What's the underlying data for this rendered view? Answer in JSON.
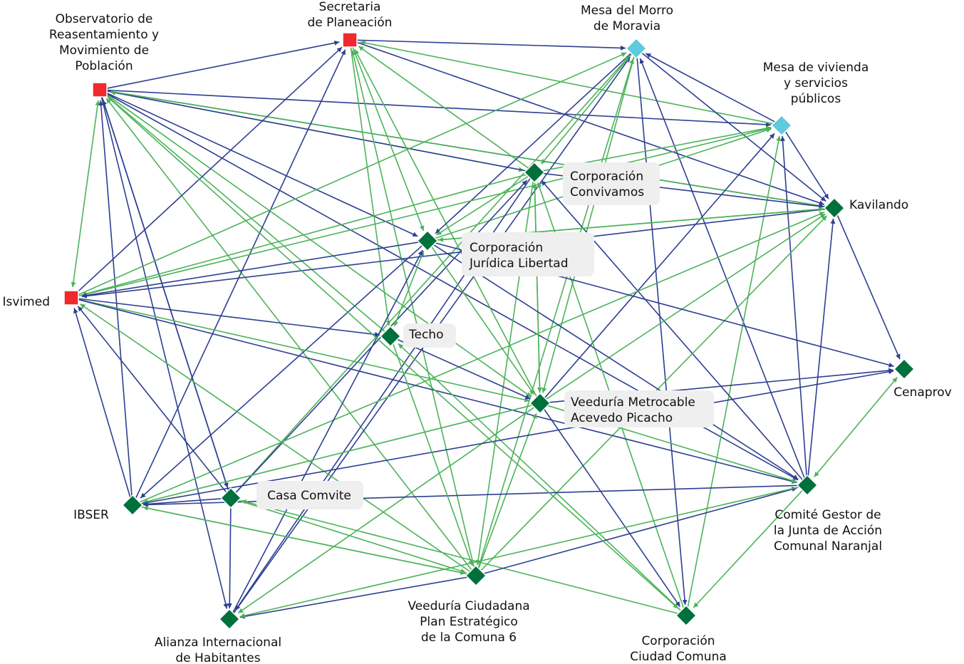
{
  "title": "Red de actores - Moravia",
  "colors": {
    "edge_blue": "#2e3f92",
    "edge_green": "#4cb35a",
    "node_red": "#ee2a2e",
    "node_cyan": "#5ecbdc",
    "node_green": "#00703c",
    "label_bg": "#efefef"
  },
  "nodes": [
    {
      "id": "obs",
      "shape": "square",
      "color": "red",
      "label": [
        "Observatorio de",
        "Reasentamiento y",
        "Movimiento de",
        "Población"
      ]
    },
    {
      "id": "sec",
      "shape": "square",
      "color": "red",
      "label": [
        "Secretaria",
        "de Planeación"
      ]
    },
    {
      "id": "morro",
      "shape": "diamond",
      "color": "cyan",
      "label": [
        "Mesa del Morro",
        "de Moravia"
      ]
    },
    {
      "id": "viv",
      "shape": "diamond",
      "color": "cyan",
      "label": [
        "Mesa de vivienda",
        "y servicios",
        "públicos"
      ]
    },
    {
      "id": "conv",
      "shape": "diamond",
      "color": "green",
      "label": [
        "Corporación",
        "Convivamos"
      ],
      "boxed": true
    },
    {
      "id": "kav",
      "shape": "diamond",
      "color": "green",
      "label": [
        "Kavilando"
      ]
    },
    {
      "id": "cjl",
      "shape": "diamond",
      "color": "green",
      "label": [
        "Corporación",
        "Jurídica Libertad"
      ],
      "boxed": true
    },
    {
      "id": "isv",
      "shape": "square",
      "color": "red",
      "label": [
        "Isvimed"
      ]
    },
    {
      "id": "techo",
      "shape": "diamond",
      "color": "green",
      "label": [
        "Techo"
      ],
      "boxed": true
    },
    {
      "id": "vmet",
      "shape": "diamond",
      "color": "green",
      "label": [
        "Veeduría Metrocable",
        "Acevedo Picacho"
      ],
      "boxed": true
    },
    {
      "id": "cen",
      "shape": "diamond",
      "color": "green",
      "label": [
        "Cenaprov"
      ]
    },
    {
      "id": "ibser",
      "shape": "diamond",
      "color": "green",
      "label": [
        "IBSER"
      ]
    },
    {
      "id": "casa",
      "shape": "diamond",
      "color": "green",
      "label": [
        "Casa Comvite"
      ],
      "boxed": true
    },
    {
      "id": "comite",
      "shape": "diamond",
      "color": "green",
      "label": [
        "Comité Gestor de",
        "la Junta de Acción",
        "Comunal Naranjal"
      ]
    },
    {
      "id": "vciu",
      "shape": "diamond",
      "color": "green",
      "label": [
        "Veeduría Ciudadana",
        "Plan Estratégico",
        "de la Comuna 6"
      ]
    },
    {
      "id": "alianza",
      "shape": "diamond",
      "color": "green",
      "label": [
        "Alianza Internacional",
        "de Habitantes"
      ]
    },
    {
      "id": "ccom",
      "shape": "diamond",
      "color": "green",
      "label": [
        "Corporación",
        "Ciudad Comuna"
      ]
    }
  ],
  "edges": [
    {
      "from": "obs",
      "to": "sec",
      "type": "blue"
    },
    {
      "from": "obs",
      "to": "viv",
      "type": "blue"
    },
    {
      "from": "obs",
      "to": "conv",
      "type": "green"
    },
    {
      "from": "obs",
      "to": "kav",
      "type": "blue"
    },
    {
      "from": "obs",
      "to": "isv",
      "type": "green",
      "both": true
    },
    {
      "from": "obs",
      "to": "vmet",
      "type": "green"
    },
    {
      "from": "obs",
      "to": "comite",
      "type": "blue"
    },
    {
      "from": "obs",
      "to": "cjl",
      "type": "blue"
    },
    {
      "from": "obs",
      "to": "alianza",
      "type": "blue"
    },
    {
      "from": "obs",
      "to": "casa",
      "type": "blue"
    },
    {
      "from": "ibser",
      "to": "obs",
      "type": "blue"
    },
    {
      "from": "casa",
      "to": "obs",
      "type": "blue"
    },
    {
      "from": "vciu",
      "to": "obs",
      "type": "green"
    },
    {
      "from": "techo",
      "to": "obs",
      "type": "green"
    },
    {
      "from": "conv",
      "to": "obs",
      "type": "blue"
    },
    {
      "from": "kav",
      "to": "obs",
      "type": "green"
    },
    {
      "from": "sec",
      "to": "morro",
      "type": "blue"
    },
    {
      "from": "sec",
      "to": "kav",
      "type": "blue"
    },
    {
      "from": "sec",
      "to": "techo",
      "type": "green"
    },
    {
      "from": "sec",
      "to": "cjl",
      "type": "green"
    },
    {
      "from": "ibser",
      "to": "sec",
      "type": "blue"
    },
    {
      "from": "isv",
      "to": "sec",
      "type": "blue"
    },
    {
      "from": "vciu",
      "to": "sec",
      "type": "green"
    },
    {
      "from": "conv",
      "to": "sec",
      "type": "green"
    },
    {
      "from": "viv",
      "to": "sec",
      "type": "green"
    },
    {
      "from": "vmet",
      "to": "sec",
      "type": "green"
    },
    {
      "from": "viv",
      "to": "morro",
      "type": "blue"
    },
    {
      "from": "morro",
      "to": "conv",
      "type": "green"
    },
    {
      "from": "morro",
      "to": "cjl",
      "type": "blue"
    },
    {
      "from": "morro",
      "to": "kav",
      "type": "blue"
    },
    {
      "from": "morro",
      "to": "ccom",
      "type": "blue"
    },
    {
      "from": "morro",
      "to": "vmet",
      "type": "green"
    },
    {
      "from": "isv",
      "to": "morro",
      "type": "green"
    },
    {
      "from": "comite",
      "to": "morro",
      "type": "blue"
    },
    {
      "from": "vciu",
      "to": "morro",
      "type": "green"
    },
    {
      "from": "alianza",
      "to": "morro",
      "type": "blue"
    },
    {
      "from": "casa",
      "to": "morro",
      "type": "green"
    },
    {
      "from": "viv",
      "to": "kav",
      "type": "blue"
    },
    {
      "from": "conv",
      "to": "viv",
      "type": "green"
    },
    {
      "from": "cjl",
      "to": "viv",
      "type": "green"
    },
    {
      "from": "isv",
      "to": "viv",
      "type": "green"
    },
    {
      "from": "comite",
      "to": "viv",
      "type": "blue"
    },
    {
      "from": "ccom",
      "to": "viv",
      "type": "green"
    },
    {
      "from": "vmet",
      "to": "viv",
      "type": "blue"
    },
    {
      "from": "conv",
      "to": "kav",
      "type": "blue"
    },
    {
      "from": "conv",
      "to": "isv",
      "type": "green"
    },
    {
      "from": "conv",
      "to": "vmet",
      "type": "green"
    },
    {
      "from": "conv",
      "to": "vciu",
      "type": "green"
    },
    {
      "from": "conv",
      "to": "alianza",
      "type": "blue"
    },
    {
      "from": "conv",
      "to": "cjl",
      "type": "green"
    },
    {
      "from": "vmet",
      "to": "conv",
      "type": "green"
    },
    {
      "from": "comite",
      "to": "conv",
      "type": "blue"
    },
    {
      "from": "ccom",
      "to": "conv",
      "type": "green"
    },
    {
      "from": "casa",
      "to": "conv",
      "type": "blue"
    },
    {
      "from": "kav",
      "to": "cen",
      "type": "blue"
    },
    {
      "from": "kav",
      "to": "cjl",
      "type": "green"
    },
    {
      "from": "kav",
      "to": "isv",
      "type": "blue"
    },
    {
      "from": "cjl",
      "to": "kav",
      "type": "green"
    },
    {
      "from": "comite",
      "to": "kav",
      "type": "blue"
    },
    {
      "from": "vciu",
      "to": "kav",
      "type": "green"
    },
    {
      "from": "ibser",
      "to": "kav",
      "type": "green"
    },
    {
      "from": "vmet",
      "to": "kav",
      "type": "green"
    },
    {
      "from": "cjl",
      "to": "isv",
      "type": "blue"
    },
    {
      "from": "cjl",
      "to": "techo",
      "type": "green",
      "both": true
    },
    {
      "from": "cjl",
      "to": "cen",
      "type": "blue"
    },
    {
      "from": "cjl",
      "to": "ibser",
      "type": "blue"
    },
    {
      "from": "cjl",
      "to": "vmet",
      "type": "green"
    },
    {
      "from": "cjl",
      "to": "comite",
      "type": "blue"
    },
    {
      "from": "alianza",
      "to": "cjl",
      "type": "blue"
    },
    {
      "from": "isv",
      "to": "techo",
      "type": "blue"
    },
    {
      "from": "isv",
      "to": "vmet",
      "type": "green"
    },
    {
      "from": "isv",
      "to": "comite",
      "type": "blue"
    },
    {
      "from": "ibser",
      "to": "isv",
      "type": "blue"
    },
    {
      "from": "casa",
      "to": "isv",
      "type": "blue"
    },
    {
      "from": "vciu",
      "to": "isv",
      "type": "green"
    },
    {
      "from": "techo",
      "to": "vmet",
      "type": "blue"
    },
    {
      "from": "ccom",
      "to": "techo",
      "type": "green"
    },
    {
      "from": "vmet",
      "to": "cen",
      "type": "blue"
    },
    {
      "from": "vmet",
      "to": "ibser",
      "type": "green"
    },
    {
      "from": "vmet",
      "to": "alianza",
      "type": "green"
    },
    {
      "from": "vmet",
      "to": "comite",
      "type": "green"
    },
    {
      "from": "vmet",
      "to": "ccom",
      "type": "blue"
    },
    {
      "from": "vciu",
      "to": "vmet",
      "type": "green"
    },
    {
      "from": "ibser",
      "to": "cen",
      "type": "blue"
    },
    {
      "from": "comite",
      "to": "cen",
      "type": "green",
      "both": true
    },
    {
      "from": "casa",
      "to": "ibser",
      "type": "blue"
    },
    {
      "from": "comite",
      "to": "ibser",
      "type": "blue"
    },
    {
      "from": "vciu",
      "to": "ibser",
      "type": "green"
    },
    {
      "from": "ccom",
      "to": "casa",
      "type": "green"
    },
    {
      "from": "casa",
      "to": "alianza",
      "type": "blue"
    },
    {
      "from": "casa",
      "to": "vciu",
      "type": "green"
    },
    {
      "from": "vciu",
      "to": "comite",
      "type": "blue"
    },
    {
      "from": "ibser",
      "to": "vciu",
      "type": "green"
    },
    {
      "from": "techo",
      "to": "vciu",
      "type": "green"
    },
    {
      "from": "obs",
      "to": "ccom",
      "type": "green"
    },
    {
      "from": "vciu",
      "to": "alianza",
      "type": "blue"
    },
    {
      "from": "comite",
      "to": "alianza",
      "type": "green"
    },
    {
      "from": "comite",
      "to": "ccom",
      "type": "green"
    }
  ]
}
